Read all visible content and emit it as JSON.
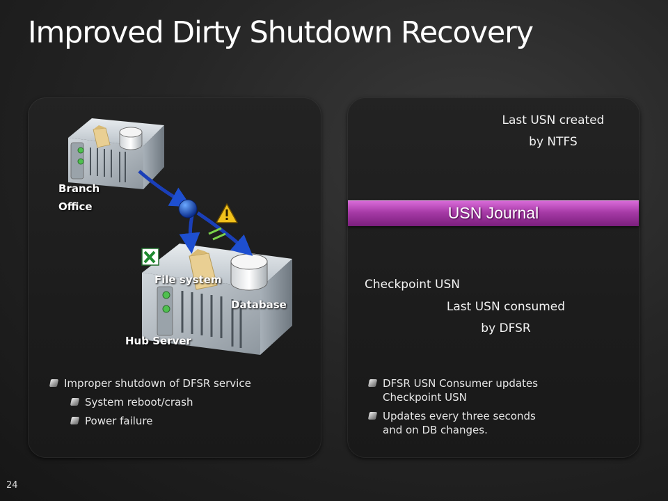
{
  "slide": {
    "title": "Improved Dirty Shutdown Recovery",
    "page_number": "24"
  },
  "left_panel": {
    "branch_label": [
      "Branch",
      "Office"
    ],
    "file_system_label": "File system",
    "database_label": "Database",
    "hub_label": "Hub Server",
    "bullets": [
      {
        "text": "Improper shutdown of DFSR service",
        "level": 1
      },
      {
        "text": "System reboot/crash",
        "level": 2
      },
      {
        "text": "Power failure",
        "level": 2
      }
    ]
  },
  "right_panel": {
    "journal_label": "USN Journal",
    "last_created": [
      "Last USN created",
      "by NTFS"
    ],
    "checkpoint": "Checkpoint USN",
    "last_consumed": [
      "Last USN consumed",
      "by DFSR"
    ],
    "bullets": [
      {
        "lines": [
          "DFSR USN Consumer updates",
          "Checkpoint USN"
        ]
      },
      {
        "lines": [
          "Updates every three seconds",
          "and on DB changes."
        ]
      }
    ]
  },
  "colors": {
    "journal": "#a63aa6",
    "arrow_created": "#d070c0",
    "arrow_checkpoint": "#4a9fe0",
    "arrow_consumed": "#8ed060",
    "warning": "#f2c21b"
  },
  "icons": [
    "server-icon",
    "folder-icon",
    "database-icon",
    "network-node-icon",
    "warning-icon",
    "excel-icon"
  ]
}
